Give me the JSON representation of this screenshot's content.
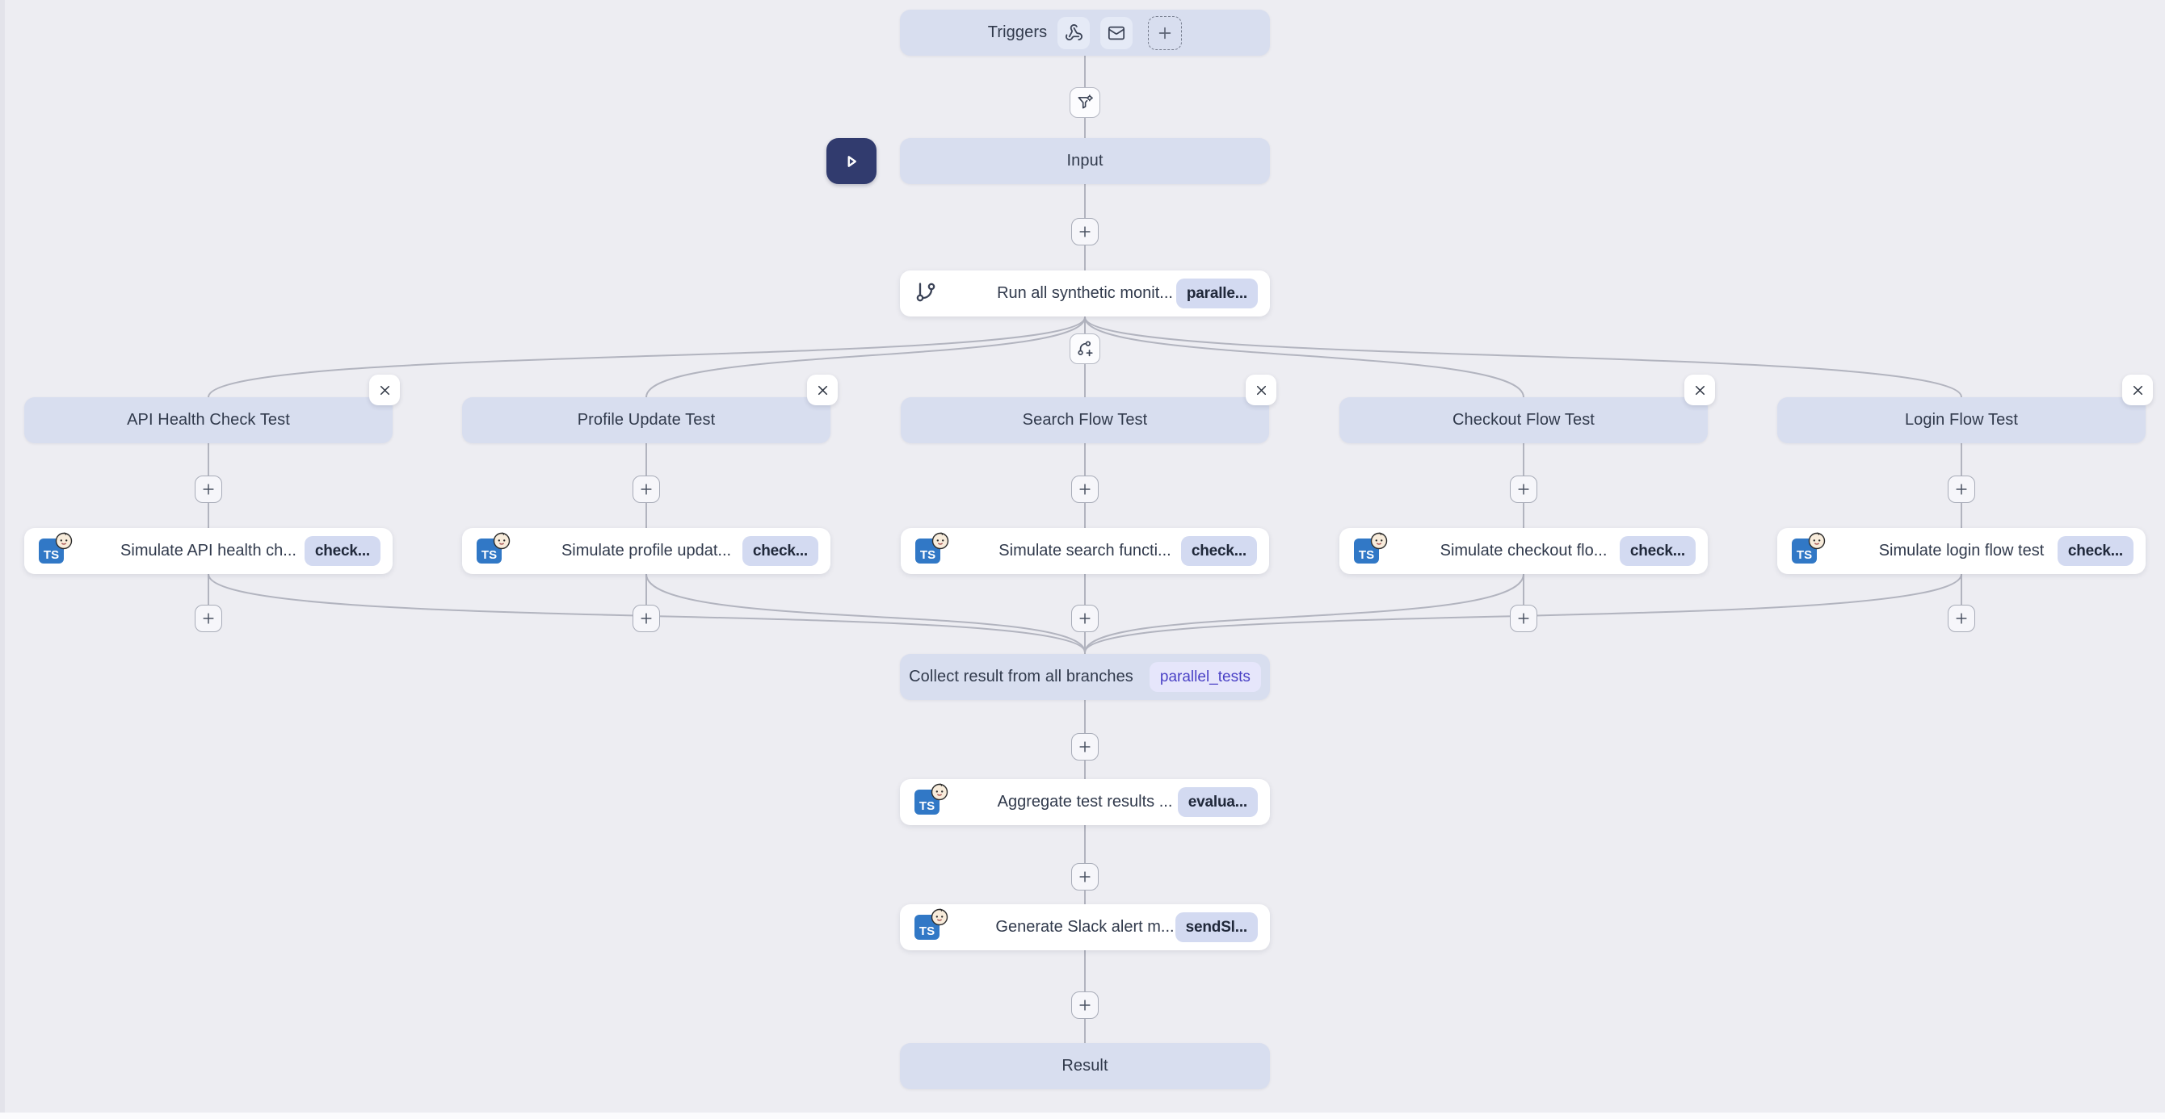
{
  "colors": {
    "canvas": "#ededf2",
    "node_fill": "#d8deef",
    "accent_navy": "#313b6e",
    "ts_blue": "#3178c6",
    "badge_fill": "#d3daf1",
    "indigo_badge_bg": "#e6e6fb",
    "indigo_badge_text": "#4b42c6",
    "connector": "#b2b4bf"
  },
  "triggers": {
    "label": "Triggers"
  },
  "input": {
    "label": "Input"
  },
  "run_all": {
    "label": "Run all synthetic monit...",
    "badge": "paralle..."
  },
  "branches": [
    {
      "title": "API Health Check Test",
      "task": "Simulate API health ch...",
      "badge": "check..."
    },
    {
      "title": "Profile Update Test",
      "task": "Simulate profile updat...",
      "badge": "check..."
    },
    {
      "title": "Search Flow Test",
      "task": "Simulate search functi...",
      "badge": "check..."
    },
    {
      "title": "Checkout Flow Test",
      "task": "Simulate checkout flo...",
      "badge": "check..."
    },
    {
      "title": "Login Flow Test",
      "task": "Simulate login flow test",
      "badge": "check..."
    }
  ],
  "collect": {
    "label": "Collect result from all branches",
    "badge": "parallel_tests"
  },
  "aggregate": {
    "label": "Aggregate test results ...",
    "badge": "evalua..."
  },
  "slack_alert": {
    "label": "Generate Slack alert m...",
    "badge": "sendSl..."
  },
  "result": {
    "label": "Result"
  }
}
